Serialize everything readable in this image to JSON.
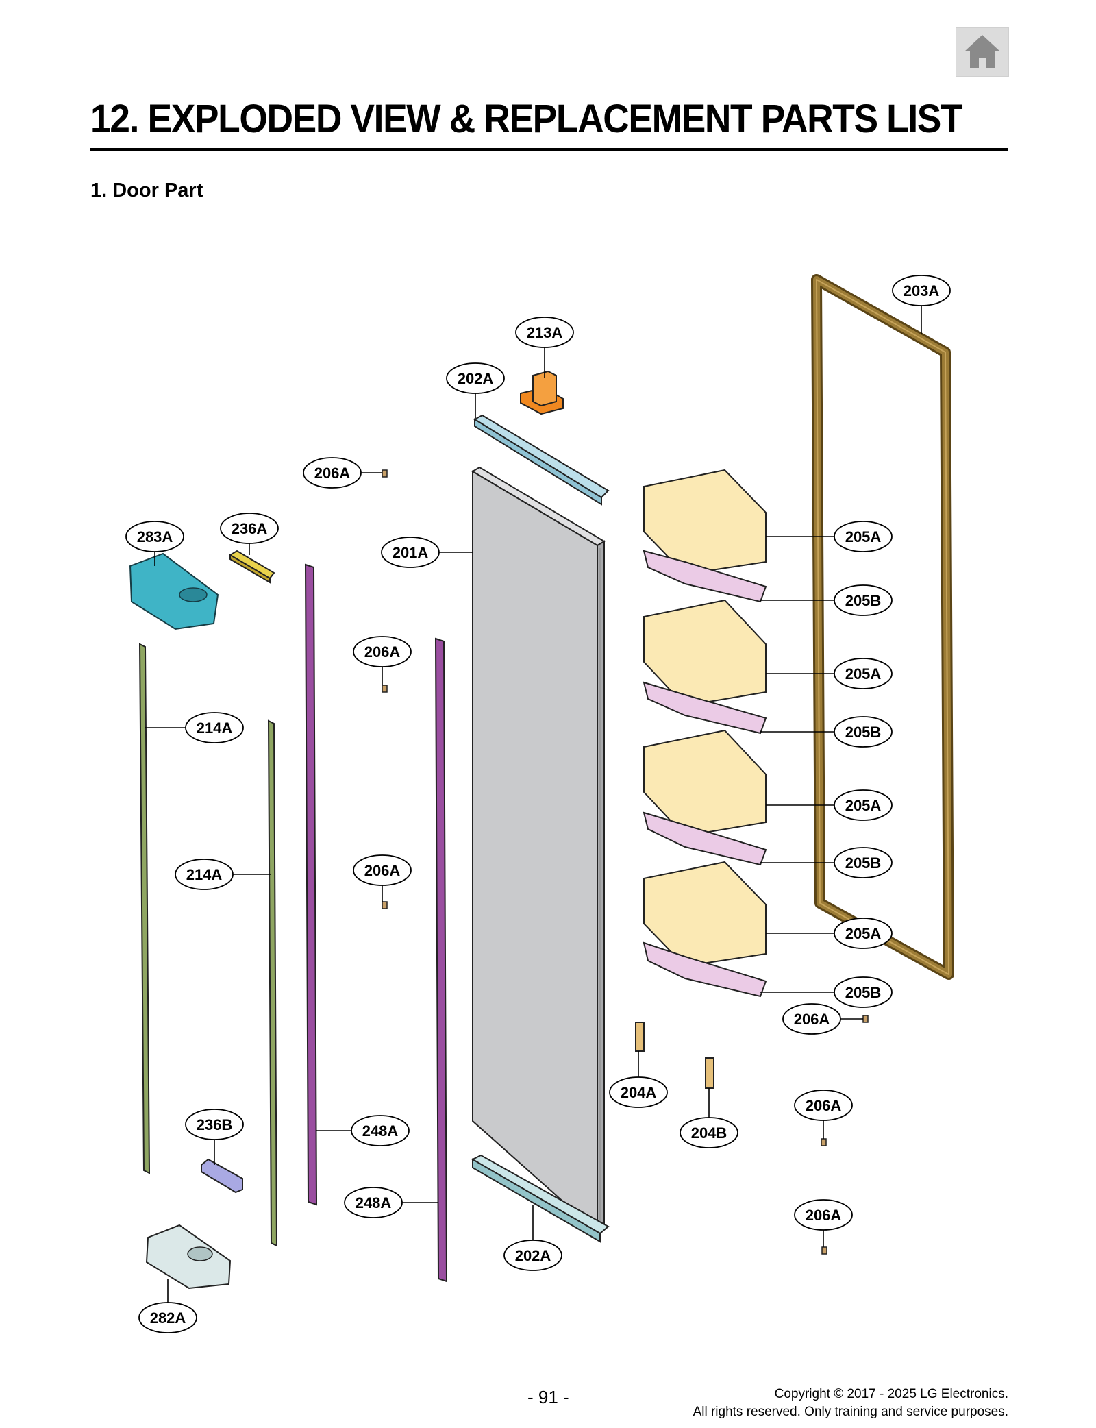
{
  "header": {
    "title": "12. EXPLODED VIEW & REPLACEMENT PARTS LIST",
    "section": "1. Door Part",
    "home_icon": "home-icon"
  },
  "colors": {
    "door_panel": "#c9cacc",
    "bin": "#fbe9b4",
    "bin_tray": "#ebcbe6",
    "gasket": "#8a6a2a",
    "rail": "#8fa662",
    "duct": "#9a4ea0",
    "hinge": "#3fb4c6",
    "cap": "#bcdfea",
    "stopper": "#f08820",
    "pad": "#e9d24c",
    "bracket": "#a9a9e3"
  },
  "callouts": [
    {
      "label": "203A"
    },
    {
      "label": "213A"
    },
    {
      "label": "202A"
    },
    {
      "label": "206A"
    },
    {
      "label": "283A"
    },
    {
      "label": "236A"
    },
    {
      "label": "201A"
    },
    {
      "label": "205A"
    },
    {
      "label": "205B"
    },
    {
      "label": "206A"
    },
    {
      "label": "205A"
    },
    {
      "label": "214A"
    },
    {
      "label": "205B"
    },
    {
      "label": "205A"
    },
    {
      "label": "205B"
    },
    {
      "label": "214A"
    },
    {
      "label": "206A"
    },
    {
      "label": "205A"
    },
    {
      "label": "205B"
    },
    {
      "label": "206A"
    },
    {
      "label": "204A"
    },
    {
      "label": "206A"
    },
    {
      "label": "236B"
    },
    {
      "label": "248A"
    },
    {
      "label": "204B"
    },
    {
      "label": "248A"
    },
    {
      "label": "206A"
    },
    {
      "label": "202A"
    },
    {
      "label": "282A"
    }
  ],
  "footer": {
    "page_number": "- 91 -",
    "copyright_line1": "Copyright © 2017 - 2025 LG Electronics.",
    "copyright_line2": "All rights reserved. Only training and service purposes."
  }
}
